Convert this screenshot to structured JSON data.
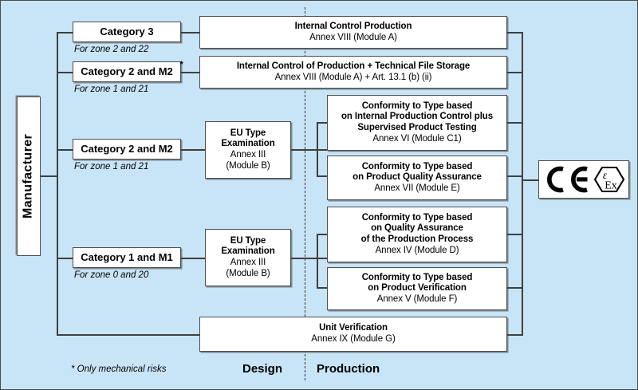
{
  "diagram": {
    "title_implicit": "ATEX Conformity Assessment Routes",
    "background_color": "#c8e5f7",
    "box_fill": "#ffffff",
    "line_color": "#3f3f3f"
  },
  "manufacturer": {
    "label": "Manufacturer"
  },
  "categories": [
    {
      "id": "category-3",
      "label": "Category 3",
      "asterisk": "",
      "zone_note": "For zone 2 and 22"
    },
    {
      "id": "category-2-m2-star",
      "label": "Category 2 and  M2",
      "asterisk": "*",
      "zone_note": "For zone 1 and 21"
    },
    {
      "id": "category-2-m2",
      "label": "Category 2 and  M2",
      "asterisk": "",
      "zone_note": "For zone 1 and 21"
    },
    {
      "id": "category-1-m1",
      "label": "Category 1 and  M1",
      "asterisk": "",
      "zone_note": "For zone 0 and 20"
    }
  ],
  "design_modules": [
    {
      "id": "eu-type-examination-1",
      "lines": [
        {
          "text": "EU Type",
          "bold": true
        },
        {
          "text": "Examination",
          "bold": true
        },
        {
          "text": "Annex  III",
          "bold": false
        },
        {
          "text": "(Module B)",
          "bold": false
        }
      ]
    },
    {
      "id": "eu-type-examination-2",
      "lines": [
        {
          "text": "EU Type",
          "bold": true
        },
        {
          "text": "Examination",
          "bold": true
        },
        {
          "text": "Annex  III",
          "bold": false
        },
        {
          "text": "(Module B)",
          "bold": false
        }
      ]
    }
  ],
  "production_modules": [
    {
      "id": "internal-control-production",
      "lines": [
        {
          "text": "Internal Control Production",
          "bold": true
        },
        {
          "text": "Annex VIII (Module A)",
          "bold": false
        }
      ]
    },
    {
      "id": "internal-control-production-technical-file",
      "lines": [
        {
          "text": "Internal Control of Production + Technical File Storage",
          "bold": true
        },
        {
          "text": "Annex VIII (Module A) + Art. 13.1 (b) (ii)",
          "bold": false
        }
      ]
    },
    {
      "id": "conformity-module-c1",
      "lines": [
        {
          "text": "Conformity to Type based",
          "bold": true
        },
        {
          "text": "on Internal Production Control plus",
          "bold": true
        },
        {
          "text": "Supervised Product Testing",
          "bold": true
        },
        {
          "text": "Annex  VI (Module C1)",
          "bold": false
        }
      ]
    },
    {
      "id": "conformity-module-e",
      "lines": [
        {
          "text": "Conformity to Type based",
          "bold": true
        },
        {
          "text": "on Product Quality Assurance",
          "bold": true
        },
        {
          "text": "Annex  VII (Module E)",
          "bold": false
        }
      ]
    },
    {
      "id": "conformity-module-d",
      "lines": [
        {
          "text": "Conformity to Type based",
          "bold": true
        },
        {
          "text": "on Quality Assurance",
          "bold": true
        },
        {
          "text": "of the Production Process",
          "bold": true
        },
        {
          "text": "Annex  IV (Module D)",
          "bold": false
        }
      ]
    },
    {
      "id": "conformity-module-f",
      "lines": [
        {
          "text": "Conformity to Type based",
          "bold": true
        },
        {
          "text": "on Product Verification",
          "bold": true
        },
        {
          "text": "Annex  V (Module F)",
          "bold": false
        }
      ]
    },
    {
      "id": "unit-verification",
      "lines": [
        {
          "text": "Unit Verification",
          "bold": true
        },
        {
          "text": "Annex IX (Module G)",
          "bold": false
        }
      ]
    }
  ],
  "marking": {
    "ce_text": "CE",
    "ex_text": "Ex",
    "ex_epsilon": "ε",
    "icon_name": "ce-ex-marking-icon"
  },
  "footer": {
    "footnote": "* Only mechanical  risks",
    "design_label": "Design",
    "production_label": "Production"
  }
}
